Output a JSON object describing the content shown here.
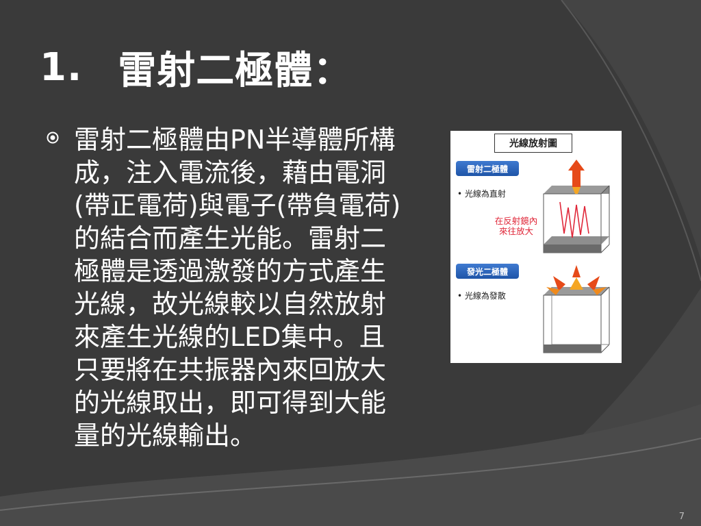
{
  "slide": {
    "title_number": "1.",
    "title_text": "雷射二極體：",
    "body_lines": [
      "雷射二極體由PN半導體所構",
      "成，注入電流後，藉由電洞",
      "(帶正電荷)與電子(帶負電荷)",
      "的結合而產生光能。雷射二",
      "極體是透過激發的方式產生",
      "光線，故光線較以自然放射",
      "來產生光線的LED集中。且",
      "只要將在共振器內來回放大",
      "的光線取出，即可得到大能",
      "量的光線輸出。"
    ],
    "page_number": "7"
  },
  "figure": {
    "title": "光線放射圖",
    "laser_label": "雷射二極體",
    "laser_note": "• 光線為直射",
    "laser_red_line1": "在反射鏡內",
    "laser_red_line2": "來往放大",
    "led_label": "發光二極體",
    "led_note": "• 光線為發散"
  },
  "colors": {
    "background": "#3b3b3b",
    "label_blue": "#2a63b8",
    "red_text": "#e0283a",
    "arrow_orange": "#f08a1c"
  }
}
